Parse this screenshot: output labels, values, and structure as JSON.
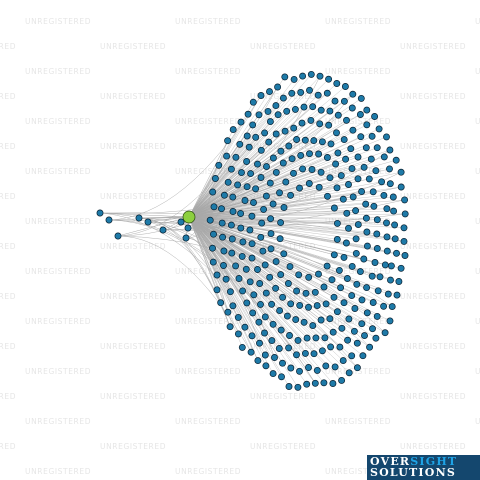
{
  "watermark_text": "UNREGISTERED",
  "graph": {
    "focus_node": {
      "color": "#8ccf3f",
      "outline": "#2a4a10"
    },
    "node_color": "#1e7aa8",
    "node_outline": "#0a2030",
    "edge_color": "#a9a9a9"
  },
  "logo": {
    "word1_part1": "OVER",
    "word1_part2": "SIGHT",
    "word2": "SOLUTIONS",
    "background": "#14476e",
    "accent": "#1ea3e6"
  }
}
